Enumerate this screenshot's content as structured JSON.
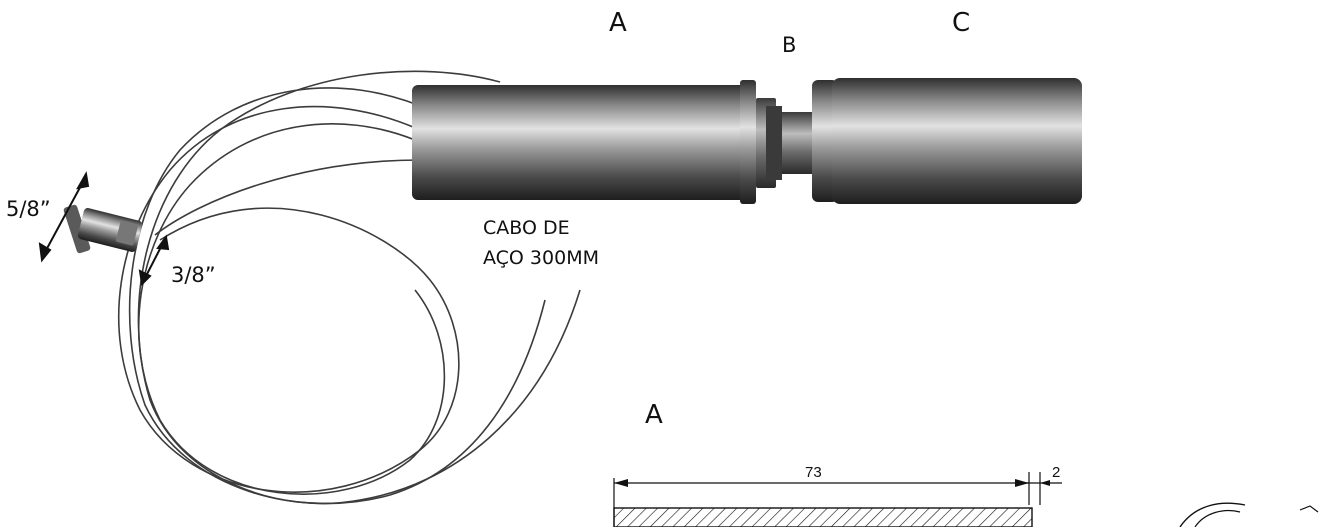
{
  "labels": {
    "part_a": "A",
    "part_b": "B",
    "part_c": "C",
    "cable_line1": "CABO DE",
    "cable_line2": "AÇO 300MM",
    "dim_outer": "5/8”",
    "dim_inner": "3/8”",
    "drawing_title": "A",
    "drawing_length": "73",
    "drawing_step": "2"
  },
  "colors": {
    "steel_dark": "#3a3a3a",
    "steel_mid": "#8e8e8e",
    "steel_light": "#d6d6d6",
    "line": "#111111"
  }
}
